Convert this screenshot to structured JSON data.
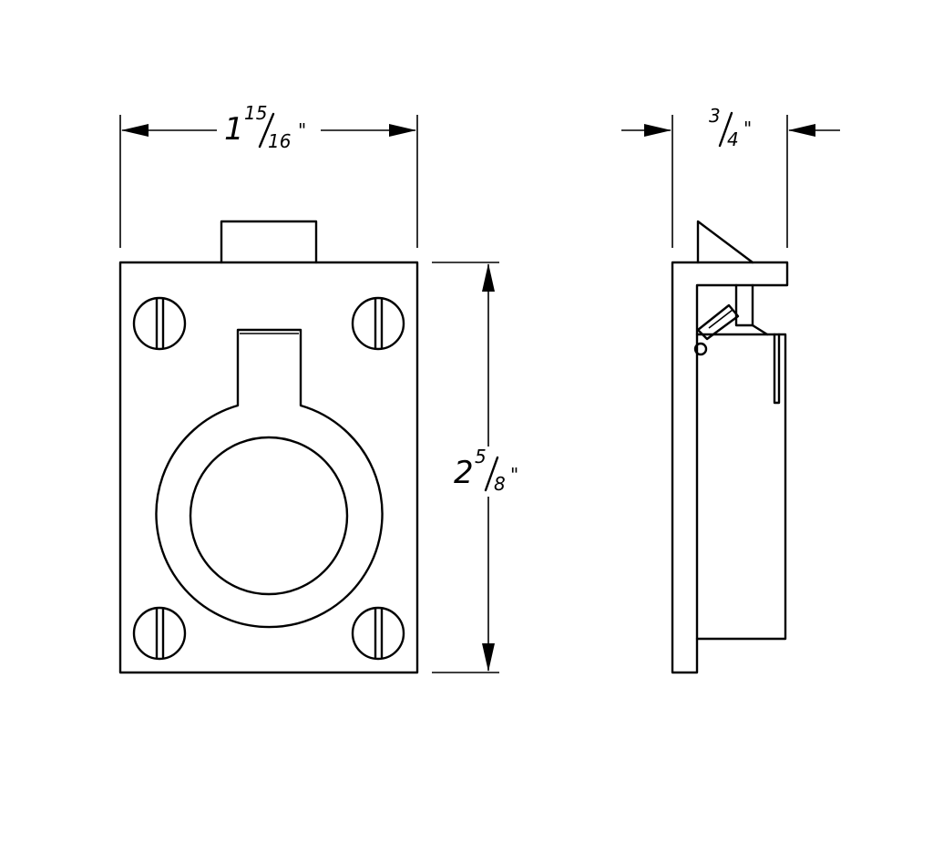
{
  "dimensions": {
    "width": {
      "whole": "1",
      "numerator": "15",
      "denominator": "16",
      "unit": "\""
    },
    "height": {
      "whole": "2",
      "numerator": "5",
      "denominator": "8",
      "unit": "\""
    },
    "depth": {
      "numerator": "3",
      "denominator": "4",
      "unit": "\""
    }
  },
  "colors": {
    "line": "#000000",
    "background": "#ffffff"
  }
}
